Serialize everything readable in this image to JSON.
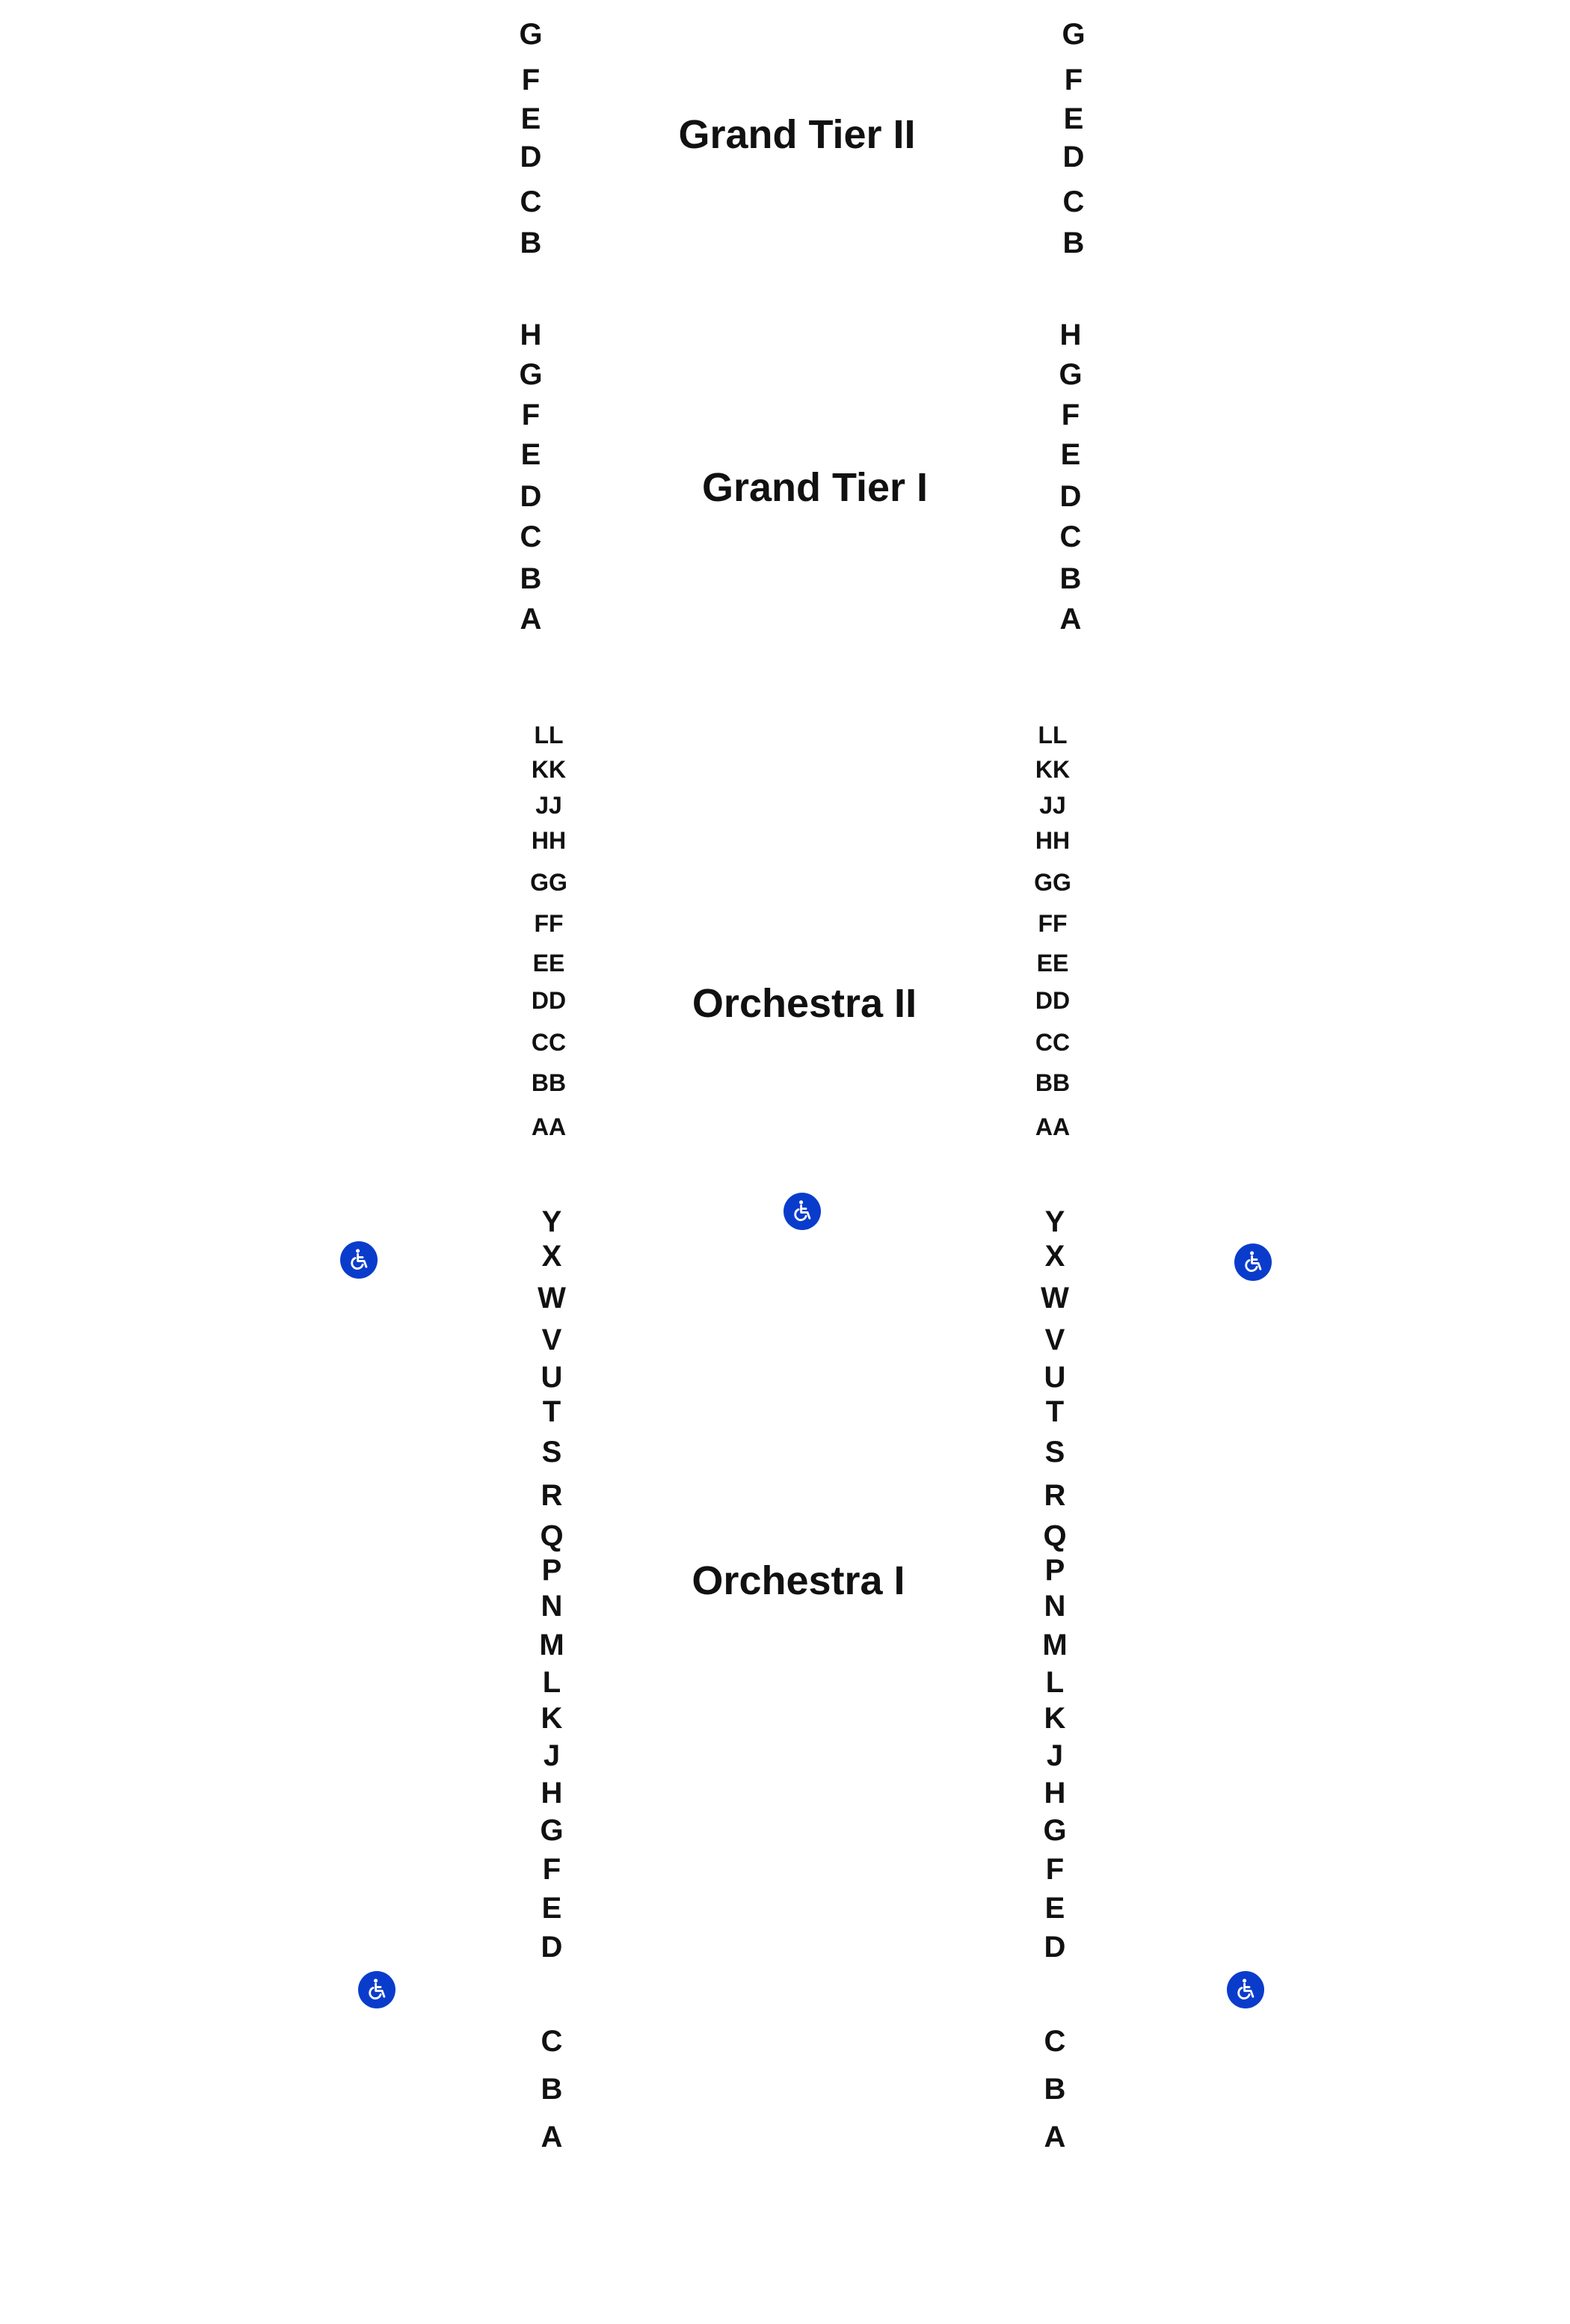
{
  "colors": {
    "text": "#111111",
    "accessibility": "#0a3ccc",
    "background": "#ffffff"
  },
  "sections": {
    "grand_tier_2": {
      "title": "Grand Tier II",
      "rows": [
        "G",
        "F",
        "E",
        "D",
        "C",
        "B"
      ]
    },
    "grand_tier_1": {
      "title": "Grand Tier I",
      "rows": [
        "H",
        "G",
        "F",
        "E",
        "D",
        "C",
        "B",
        "A"
      ]
    },
    "orchestra_2": {
      "title": "Orchestra II",
      "rows": [
        "LL",
        "KK",
        "JJ",
        "HH",
        "GG",
        "FF",
        "EE",
        "DD",
        "CC",
        "BB",
        "AA"
      ]
    },
    "orchestra_1": {
      "title": "Orchestra I",
      "rows": [
        "Y",
        "X",
        "W",
        "V",
        "U",
        "T",
        "S",
        "R",
        "Q",
        "P",
        "N",
        "M",
        "L",
        "K",
        "J",
        "H",
        "G",
        "F",
        "E",
        "D",
        "C",
        "B",
        "A"
      ]
    }
  },
  "icons": {
    "accessible_seating": "wheelchair-icon"
  }
}
